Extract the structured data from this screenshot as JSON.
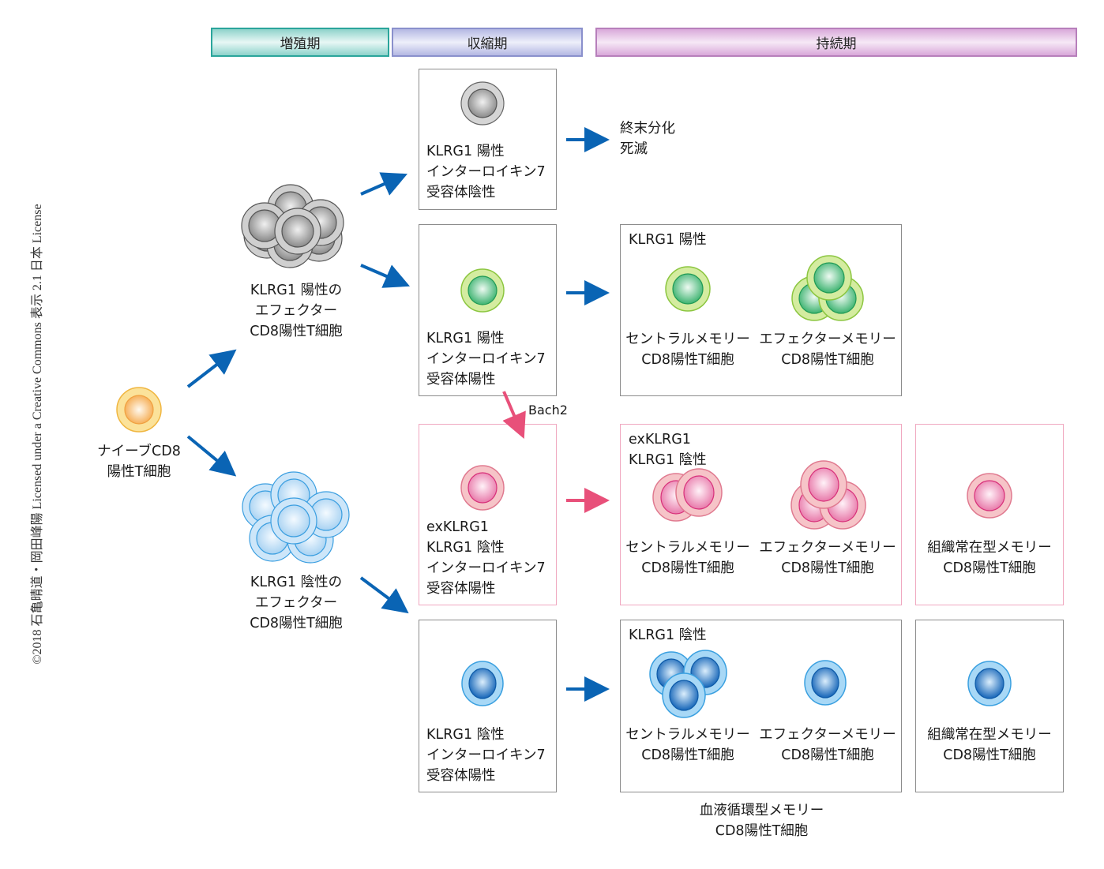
{
  "phases": {
    "proliferation": "増殖期",
    "contraction": "収縮期",
    "persistence": "持続期"
  },
  "credit": "©2018 石亀晴道・岡田峰陽 Licensed under a Creative Commons 表示 2.1 日本 License",
  "colors": {
    "arrow_blue": "#0a64b4",
    "arrow_pink": "#e8507a",
    "naive_yellow": "#f5b83a",
    "grey_cell": "#9a9a9a",
    "green_cell": "#3cb878",
    "pink_cell": "#e8789e",
    "blue_cell": "#1e7fd0",
    "light_blue_cell": "#8cc8f0"
  },
  "naive": {
    "line1": "ナイーブCD8",
    "line2": "陽性T細胞"
  },
  "effector_pos": {
    "line1": "KLRG1 陽性の",
    "line2": "エフェクター",
    "line3": "CD8陽性T細胞"
  },
  "effector_neg": {
    "line1": "KLRG1 陰性の",
    "line2": "エフェクター",
    "line3": "CD8陽性T細胞"
  },
  "contraction": {
    "box1": {
      "line1": "KLRG1 陽性",
      "line2": "インターロイキン7",
      "line3": "受容体陰性"
    },
    "box2": {
      "line1": "KLRG1 陽性",
      "line2": "インターロイキン7",
      "line3": "受容体陽性"
    },
    "box3": {
      "line1": "exKLRG1",
      "line2": "KLRG1 陰性",
      "line3": "インターロイキン7",
      "line4": "受容体陽性"
    },
    "box4": {
      "line1": "KLRG1 陰性",
      "line2": "インターロイキン7",
      "line3": "受容体陽性"
    }
  },
  "fate": {
    "line1": "終末分化",
    "line2": "死滅"
  },
  "bach2": "Bach2",
  "persistence": {
    "row_green": {
      "header": "KLRG1 陽性",
      "central": {
        "line1": "セントラルメモリー",
        "line2": "CD8陽性T細胞"
      },
      "effector": {
        "line1": "エフェクターメモリー",
        "line2": "CD8陽性T細胞"
      }
    },
    "row_pink": {
      "header1": "exKLRG1",
      "header2": "KLRG1 陰性",
      "central": {
        "line1": "セントラルメモリー",
        "line2": "CD8陽性T細胞"
      },
      "effector": {
        "line1": "エフェクターメモリー",
        "line2": "CD8陽性T細胞"
      },
      "resident": {
        "line1": "組織常在型メモリー",
        "line2": "CD8陽性T細胞"
      }
    },
    "row_blue": {
      "header": "KLRG1 陰性",
      "central": {
        "line1": "セントラルメモリー",
        "line2": "CD8陽性T細胞"
      },
      "effector": {
        "line1": "エフェクターメモリー",
        "line2": "CD8陽性T細胞"
      },
      "resident": {
        "line1": "組織常在型メモリー",
        "line2": "CD8陽性T細胞"
      }
    },
    "circulating": {
      "line1": "血液循環型メモリー",
      "line2": "CD8陽性T細胞"
    }
  }
}
